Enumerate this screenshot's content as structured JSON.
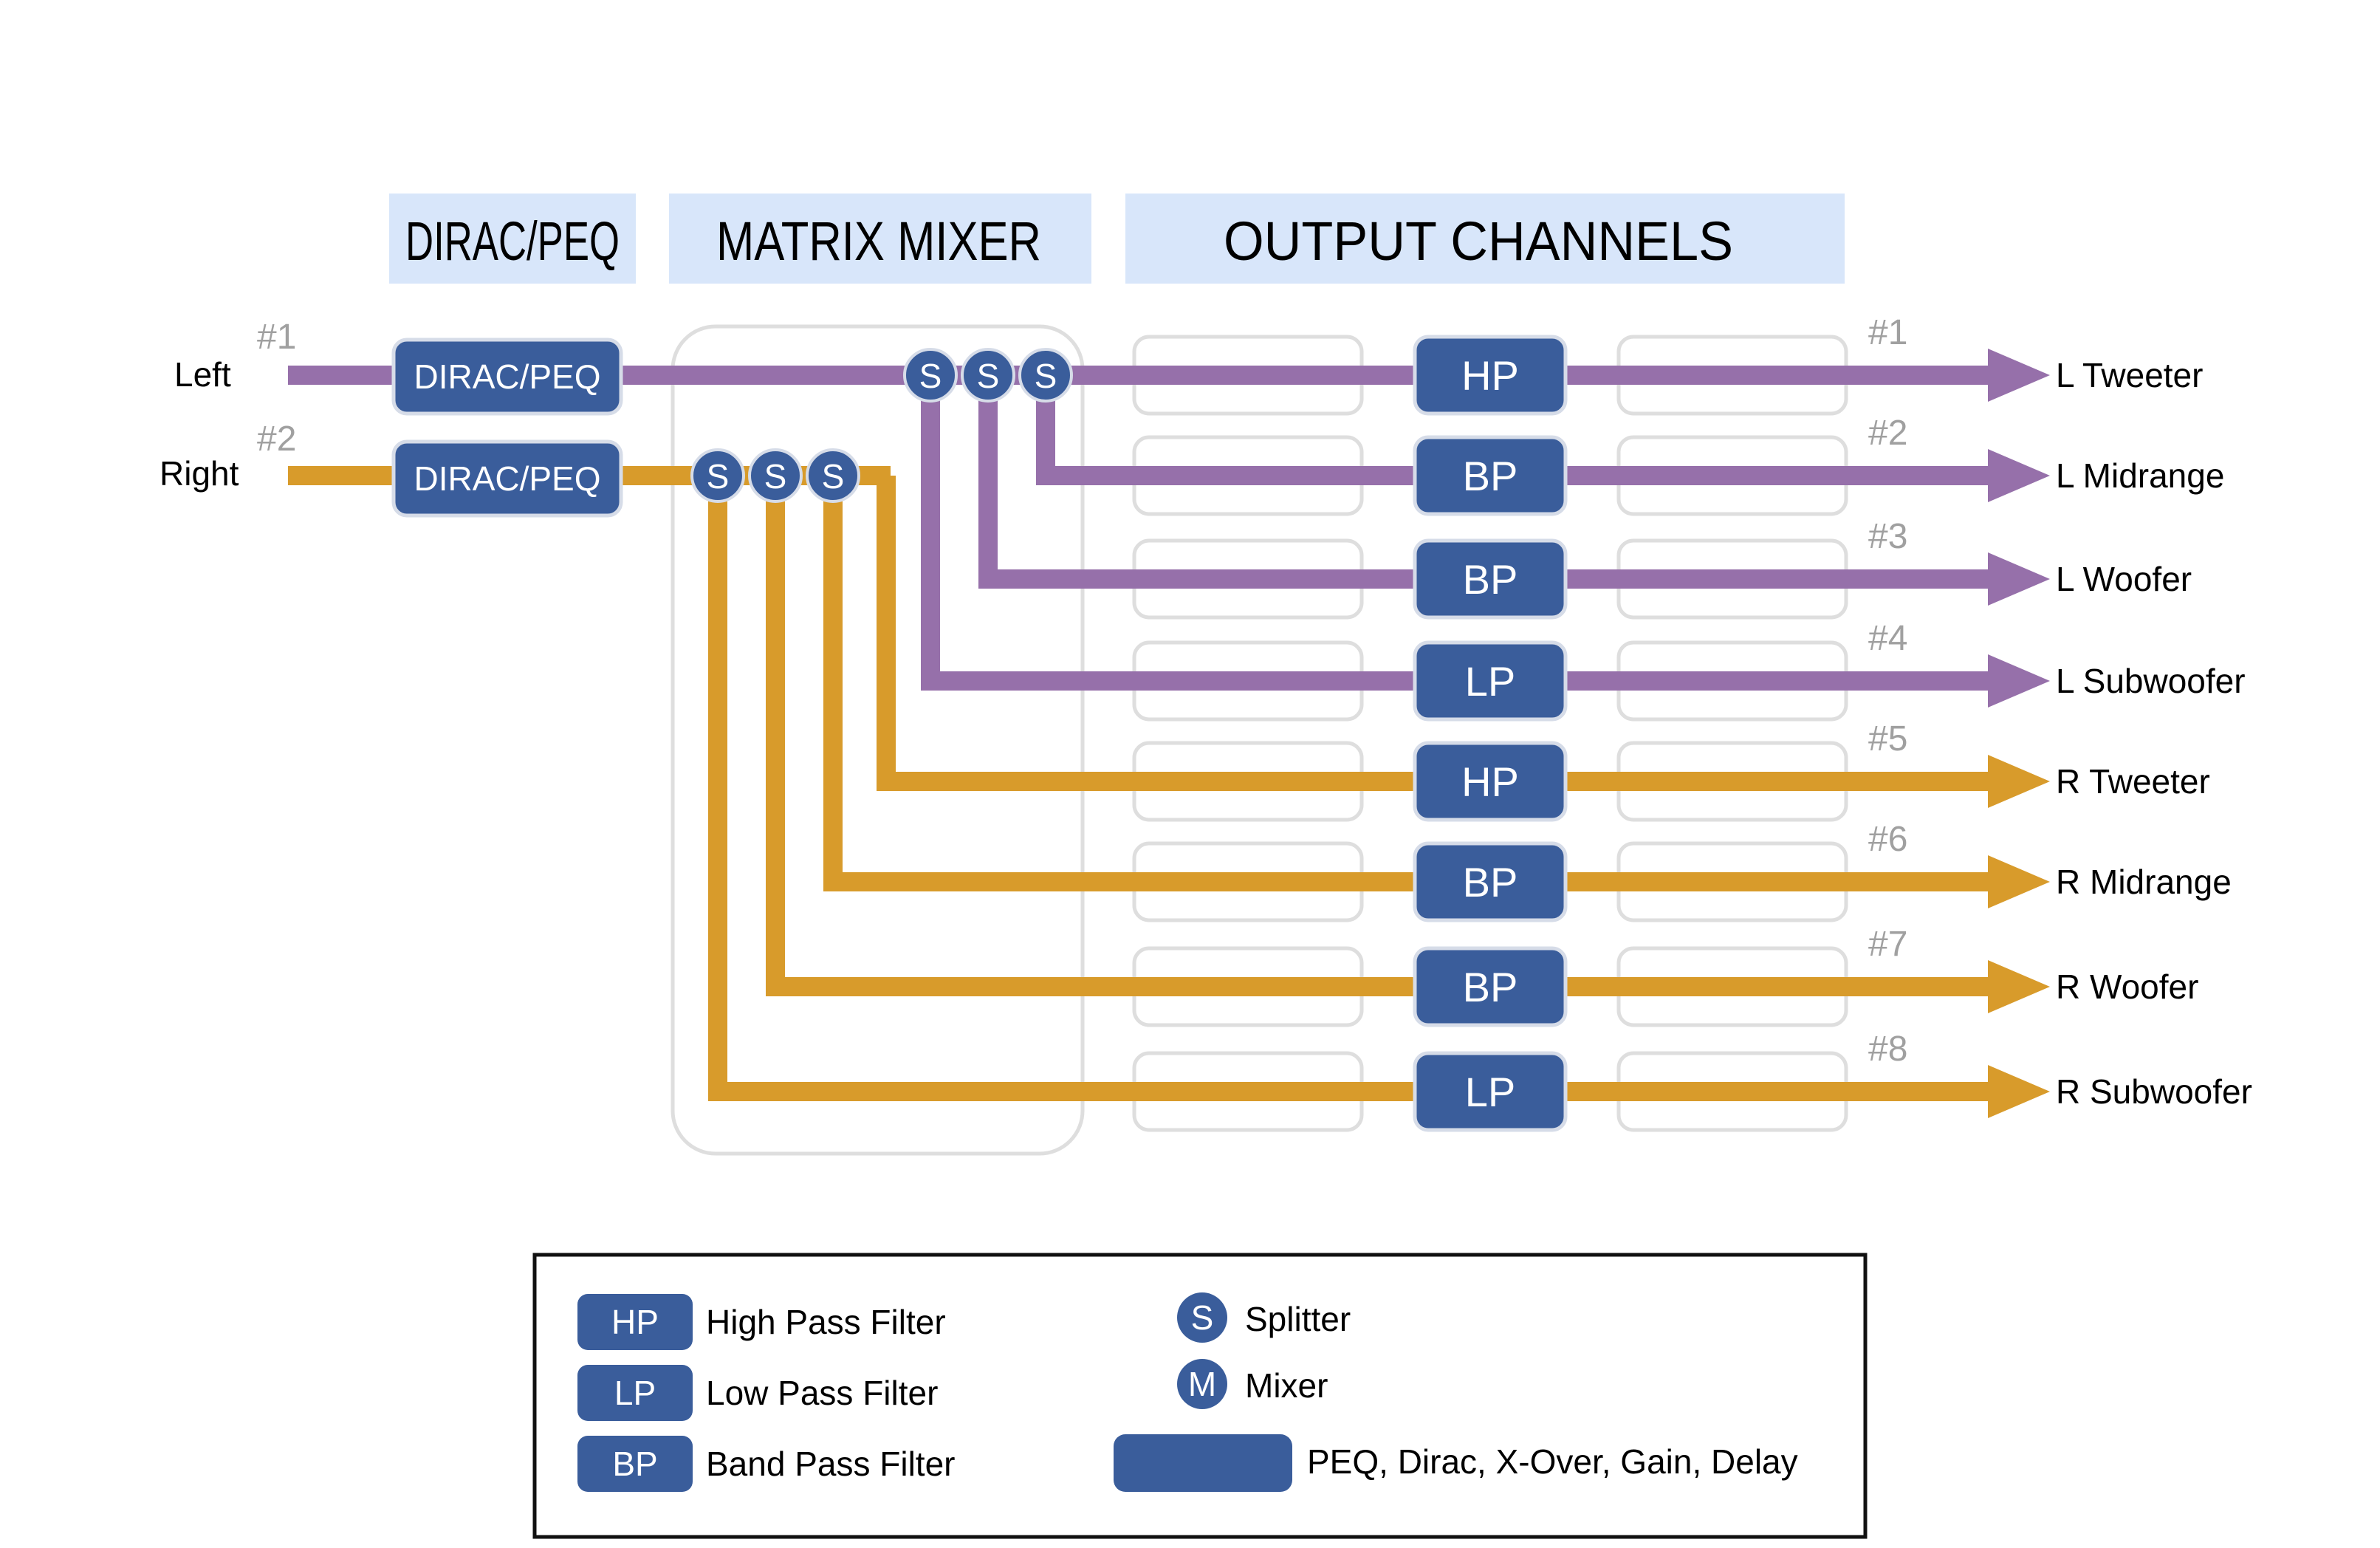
{
  "headers": {
    "dirac": "DIRAC/PEQ",
    "matrix": "MATRIX MIXER",
    "output": "OUTPUT CHANNELS"
  },
  "inputs": [
    {
      "label": "Left",
      "number": "#1",
      "block": "DIRAC/PEQ",
      "color": "#9670aa"
    },
    {
      "label": "Right",
      "number": "#2",
      "block": "DIRAC/PEQ",
      "color": "#d89b2b"
    }
  ],
  "splitter_label": "S",
  "outputs": [
    {
      "number": "#1",
      "filter": "HP",
      "label": "L Tweeter",
      "source": "Left"
    },
    {
      "number": "#2",
      "filter": "BP",
      "label": "L Midrange",
      "source": "Left"
    },
    {
      "number": "#3",
      "filter": "BP",
      "label": "L Woofer",
      "source": "Left"
    },
    {
      "number": "#4",
      "filter": "LP",
      "label": "L Subwoofer",
      "source": "Left"
    },
    {
      "number": "#5",
      "filter": "HP",
      "label": "R Tweeter",
      "source": "Right"
    },
    {
      "number": "#6",
      "filter": "BP",
      "label": "R Midrange",
      "source": "Right"
    },
    {
      "number": "#7",
      "filter": "BP",
      "label": "R Woofer",
      "source": "Right"
    },
    {
      "number": "#8",
      "filter": "LP",
      "label": "R Subwoofer",
      "source": "Right"
    }
  ],
  "legend": {
    "hp": {
      "badge": "HP",
      "text": "High Pass Filter"
    },
    "lp": {
      "badge": "LP",
      "text": "Low Pass Filter"
    },
    "bp": {
      "badge": "BP",
      "text": "Band Pass Filter"
    },
    "splitter": {
      "badge": "S",
      "text": "Splitter"
    },
    "mixer": {
      "badge": "M",
      "text": "Mixer"
    },
    "block": {
      "text": "PEQ, Dirac, X-Over, Gain, Delay"
    }
  },
  "colors": {
    "left_signal": "#9670aa",
    "right_signal": "#d89b2b",
    "block_fill": "#3a5d9b",
    "header_bg": "#d8e6fa",
    "ghost_outline": "#dedede"
  }
}
